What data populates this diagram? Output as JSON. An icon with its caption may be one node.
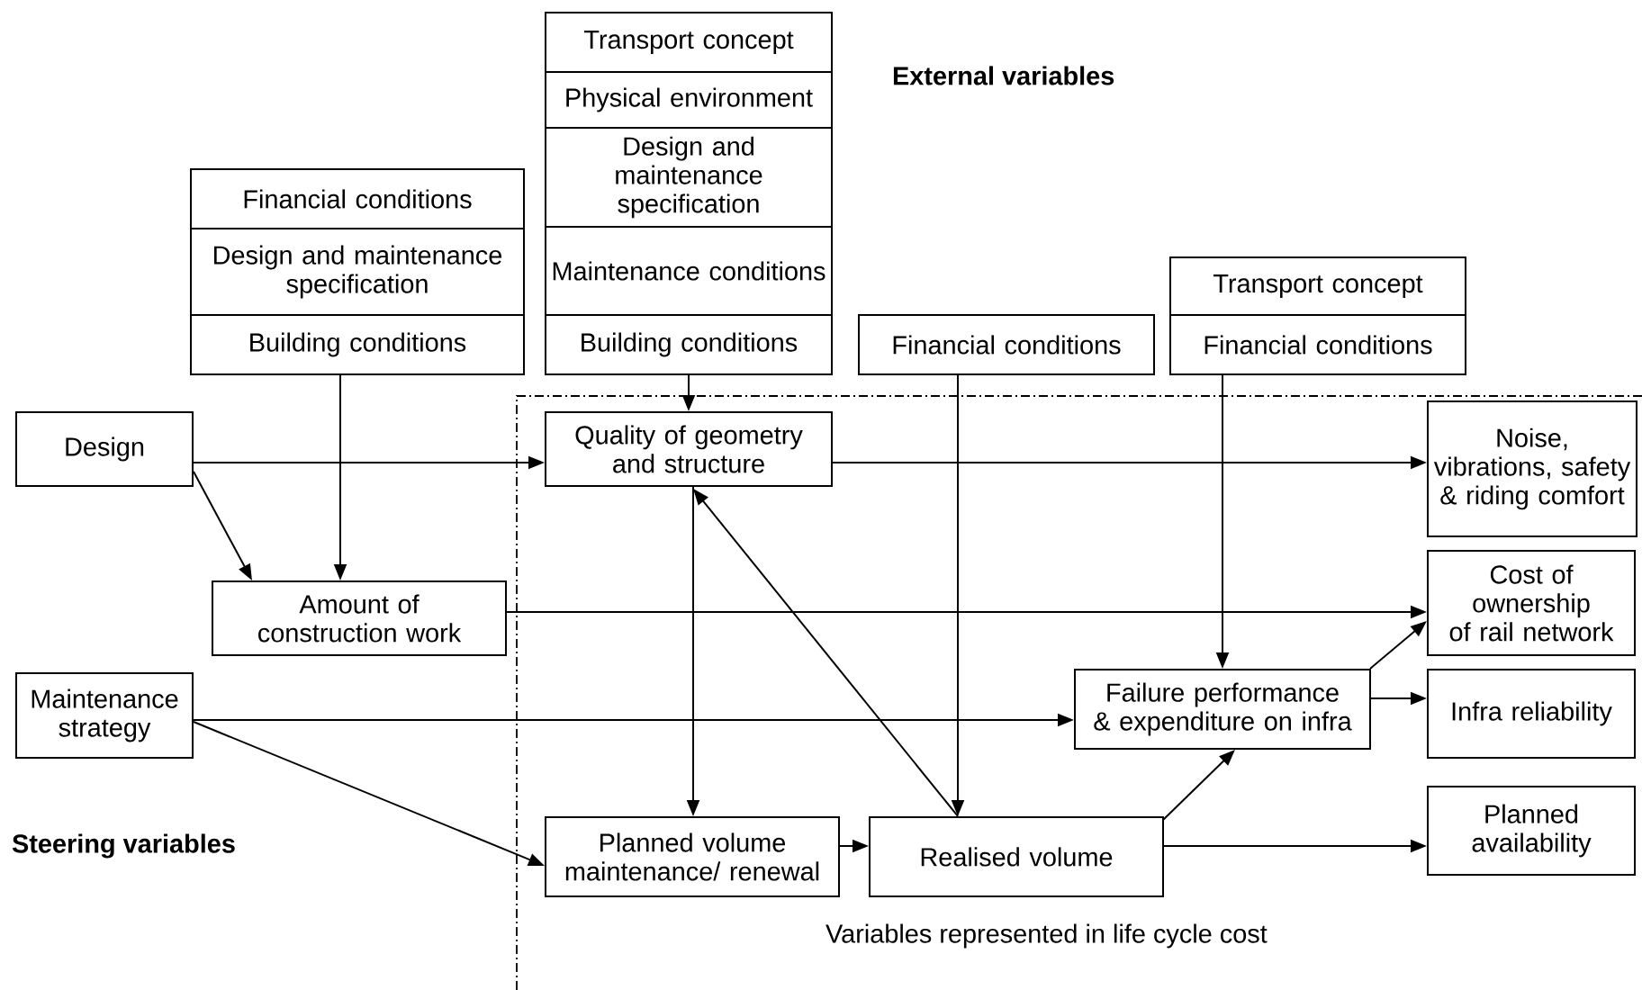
{
  "diagram": {
    "nodes": [
      {
        "text": [
          "Financial conditions"
        ]
      },
      {
        "text": [
          "Design and maintenance specification"
        ]
      },
      {
        "text": [
          "Building conditions"
        ]
      },
      {
        "text": [
          "Transport concept"
        ]
      },
      {
        "text": [
          "Physical environment"
        ]
      },
      {
        "text": [
          "Design and maintenance specification"
        ]
      },
      {
        "text": [
          "Maintenance conditions"
        ]
      },
      {
        "text": [
          "Building conditions"
        ]
      },
      {
        "text": [
          "Financial conditions"
        ]
      },
      {
        "text": [
          "Transport concept"
        ]
      },
      {
        "text": [
          "Financial conditions"
        ]
      },
      {
        "text": [
          "Design"
        ]
      },
      {
        "text": [
          "Quality of geometry and structure"
        ]
      },
      {
        "text": [
          "Noise, vibrations, safety & riding comfort"
        ]
      },
      {
        "text": [
          "Amount of construction work"
        ]
      },
      {
        "text": [
          "Cost of ownership of rail network"
        ]
      },
      {
        "text": [
          "Maintenance strategy"
        ]
      },
      {
        "text": [
          "Failure performance & expenditure on infra"
        ]
      },
      {
        "text": [
          "Infra reliability"
        ]
      },
      {
        "text": [
          "Planned volume maintenance/ renewal"
        ]
      },
      {
        "text": [
          "Realised volume"
        ]
      },
      {
        "text": [
          "Planned availability"
        ]
      }
    ],
    "edges": [
      {
        "from": 7,
        "to": 12,
        "arrow": "to"
      },
      {
        "from": 11,
        "to": 12,
        "arrow": "to"
      },
      {
        "from": 11,
        "to": 14,
        "arrow": "to"
      },
      {
        "from": 2,
        "to": 14,
        "arrow": "to"
      },
      {
        "from": 14,
        "to": 15,
        "arrow": "to"
      },
      {
        "from": 12,
        "to": 13,
        "arrow": "to"
      },
      {
        "from": 12,
        "to": 19,
        "arrow": "to"
      },
      {
        "from": 20,
        "to": 12,
        "arrow": "to"
      },
      {
        "from": 8,
        "to": 20,
        "arrow": "to"
      },
      {
        "from": 10,
        "to": 17,
        "arrow": "to"
      },
      {
        "from": 16,
        "to": 17,
        "arrow": "to"
      },
      {
        "from": 16,
        "to": 19,
        "arrow": "to"
      },
      {
        "from": 19,
        "to": 20,
        "arrow": "to"
      },
      {
        "from": 20,
        "to": 17,
        "arrow": "to"
      },
      {
        "from": 20,
        "to": 21,
        "arrow": "to"
      },
      {
        "from": 17,
        "to": 15,
        "arrow": "to"
      },
      {
        "from": 17,
        "to": 18,
        "arrow": "to"
      }
    ],
    "labels": [
      "External variables",
      "Steering variables",
      "Variables represented in life cycle cost"
    ]
  }
}
